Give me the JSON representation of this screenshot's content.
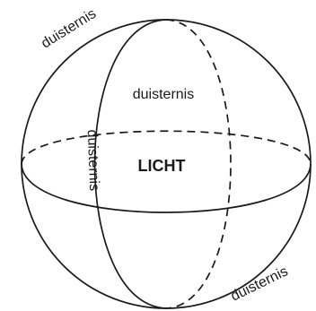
{
  "labels": {
    "top_left_outer": "duisternis",
    "upper_center": "duisternis",
    "vertical_meridian": "duisternis",
    "center": "LICHT",
    "bottom_right_outer": "duisternis"
  }
}
